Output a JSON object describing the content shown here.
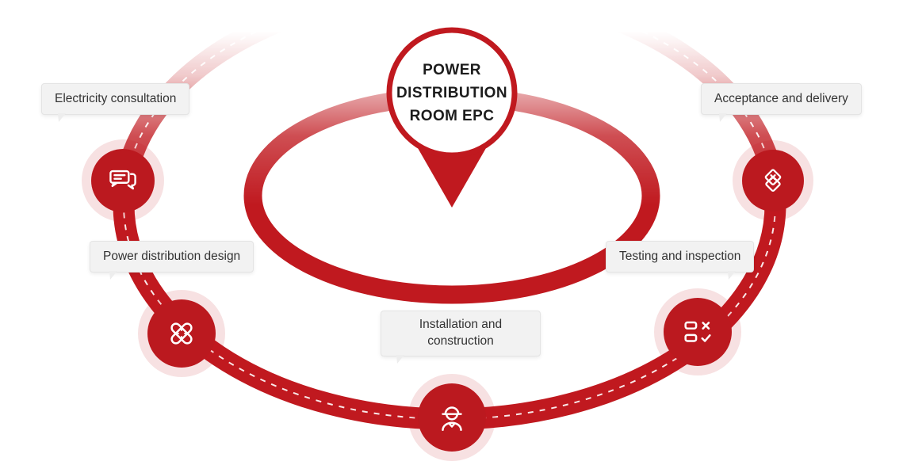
{
  "diagram": {
    "title_lines": [
      "POWER",
      "DISTRIBUTION",
      "ROOM EPC"
    ],
    "steps": [
      {
        "id": "electricity-consultation",
        "label": "Electricity consultation",
        "icon": "chat-bubbles-icon"
      },
      {
        "id": "power-distribution-design",
        "label": "Power distribution design",
        "icon": "crossed-bandage-icon"
      },
      {
        "id": "installation-construction",
        "label": "Installation and construction",
        "icon": "construction-worker-icon"
      },
      {
        "id": "testing-inspection",
        "label": "Testing and inspection",
        "icon": "checklist-icon"
      },
      {
        "id": "acceptance-delivery",
        "label": "Acceptance and delivery",
        "icon": "diamond-seal-icon"
      }
    ],
    "colors": {
      "primary_red": "#c0191f",
      "node_red": "#bb191f",
      "halo_pink": "rgba(192,25,32,0.13)",
      "label_bg": "#f2f2f2",
      "label_border": "#e4e4e4",
      "label_text": "#333333",
      "title_text": "#1c1c1c"
    }
  }
}
